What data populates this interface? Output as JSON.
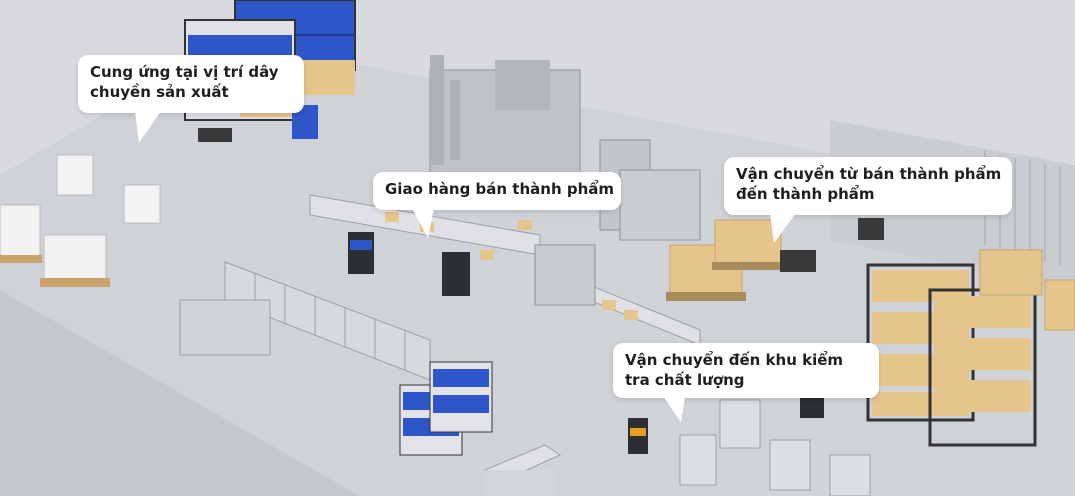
{
  "callouts": {
    "line_side_supply": {
      "line1": "Cung ứng tại vị trí dây",
      "line2": "chuyền sản xuất"
    },
    "semi_finished_delivery": {
      "line1": "Giao hàng bán thành phẩm"
    },
    "semi_to_finished": {
      "line1": "Vận chuyển từ bán thành phẩm",
      "line2": "đến thành phẩm"
    },
    "to_quality_inspection": {
      "line1": "Vận chuyển đến khu kiểm",
      "line2": "tra chất lượng"
    }
  },
  "colors": {
    "floor": "#cfd2d6",
    "background": "#d8dadd",
    "bin_blue": "#2f56c8",
    "carton": "#e6c58c",
    "callout_bg": "#ffffff"
  }
}
